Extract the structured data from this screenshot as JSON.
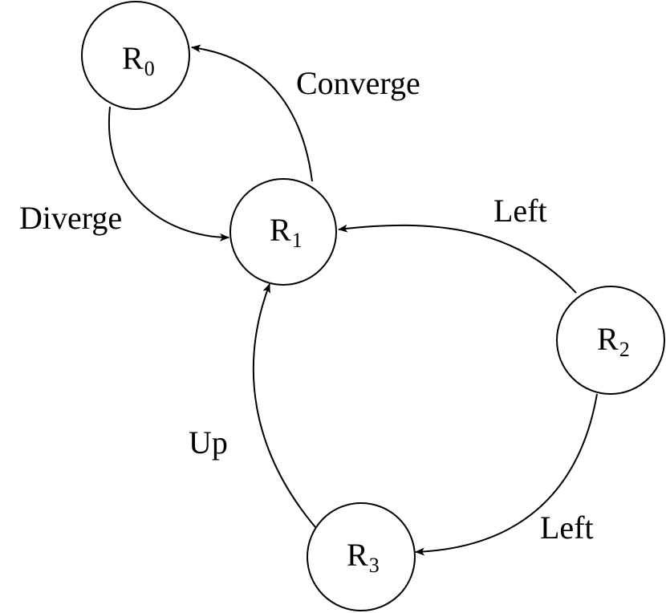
{
  "diagram": {
    "nodes": [
      {
        "id": "r0",
        "letter": "R",
        "sub": "0"
      },
      {
        "id": "r1",
        "letter": "R",
        "sub": "1"
      },
      {
        "id": "r2",
        "letter": "R",
        "sub": "2"
      },
      {
        "id": "r3",
        "letter": "R",
        "sub": "3"
      }
    ],
    "edges": [
      {
        "id": "converge",
        "from": "r1",
        "to": "r0",
        "label": "Converge"
      },
      {
        "id": "diverge",
        "from": "r0",
        "to": "r1",
        "label": "Diverge"
      },
      {
        "id": "left-r2-r1",
        "from": "r2",
        "to": "r1",
        "label": "Left"
      },
      {
        "id": "left-r2-r3",
        "from": "r2",
        "to": "r3",
        "label": "Left"
      },
      {
        "id": "up",
        "from": "r3",
        "to": "r1",
        "label": "Up"
      }
    ],
    "colors": {
      "stroke": "#000000",
      "fill": "#ffffff"
    }
  }
}
